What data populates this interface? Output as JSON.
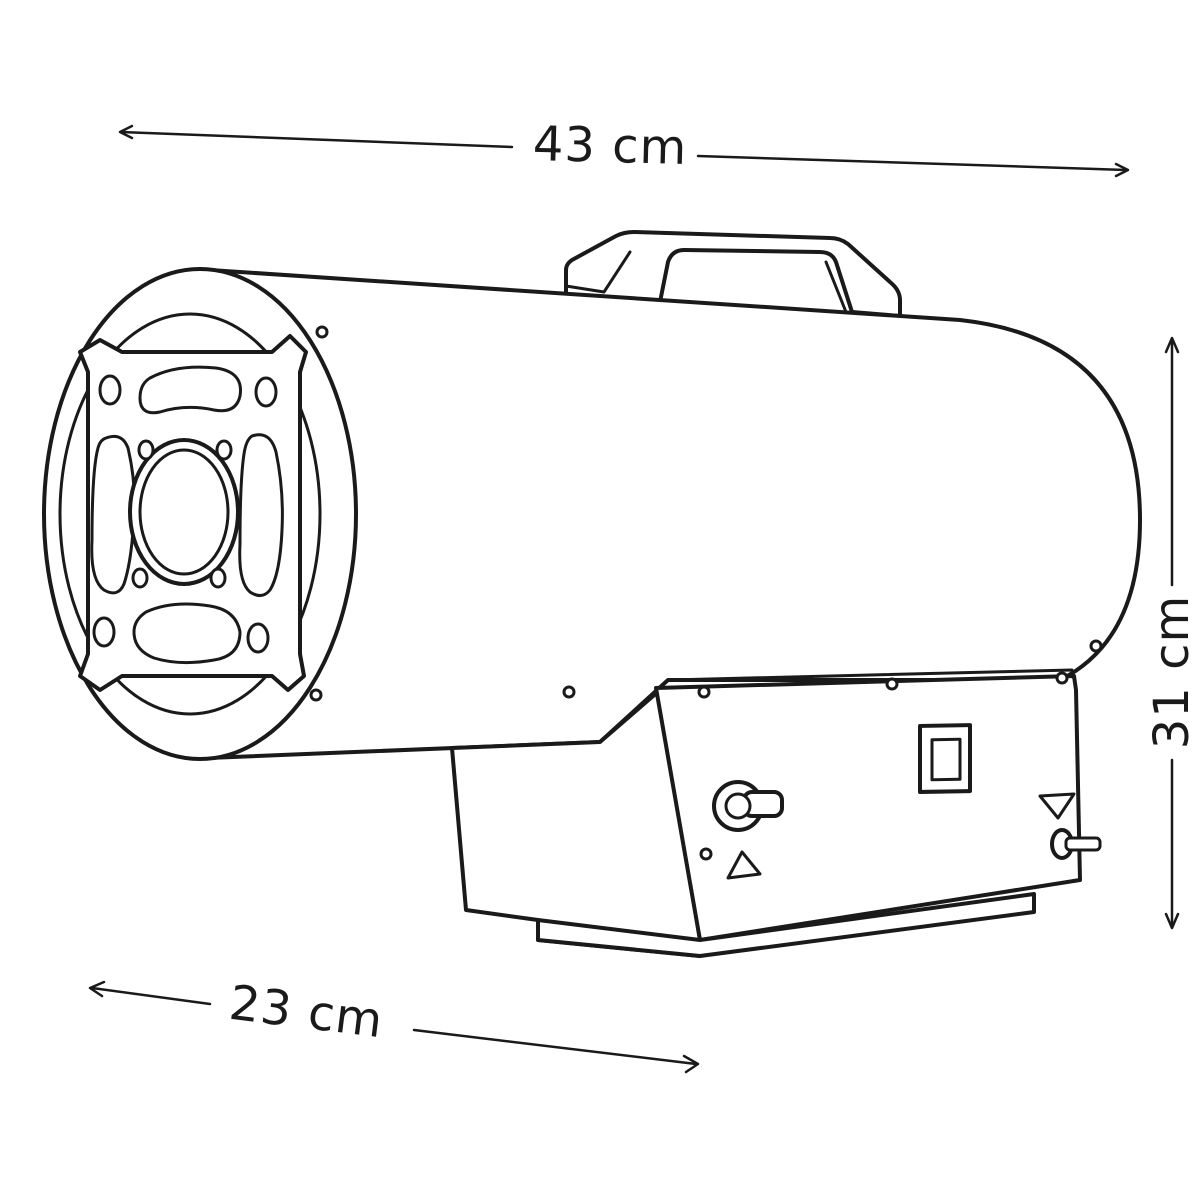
{
  "dimensions": {
    "length": "43 cm",
    "height": "31 cm",
    "width": "23 cm"
  },
  "colors": {
    "line": "#1a1a1a",
    "background": "#ffffff"
  }
}
